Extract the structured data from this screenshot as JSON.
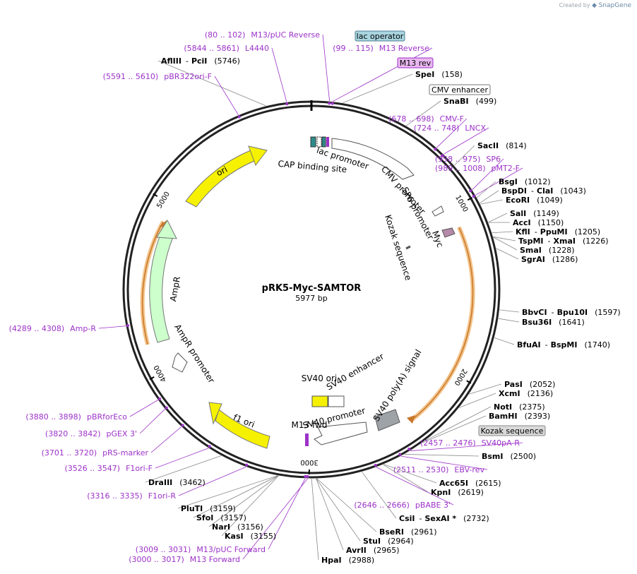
{
  "badge": {
    "prefix": "Created by",
    "brand": "SnapGene"
  },
  "plasmid": {
    "name": "pRK5-Myc-SAMTOR",
    "length": 5977,
    "length_label": "5977 bp"
  },
  "colors": {
    "enzyme": "#000000",
    "primer": "#9c32c8",
    "ori": "#f5f100",
    "ampr": "#ccffcc",
    "cap_site": "#2e8b8b",
    "lac_operator": "#a8d5e0",
    "m13_rev_box": "#e9b7f0",
    "myc": "#b48aa8",
    "sv40_polya": "#9ea3a8",
    "selection": "#f3c48a"
  },
  "scale_labels": [
    "1000",
    "2000",
    "3000",
    "4000",
    "5000"
  ],
  "boxed_labels": [
    {
      "id": "lac-operator",
      "text": "lac operator",
      "fill": "#a8d5e0",
      "stroke": "#4f7f8f",
      "color": "#000",
      "pos": 0.17
    },
    {
      "id": "m13-rev",
      "text": "M13 rev",
      "fill": "#e9b7f0",
      "stroke": "#9c32c8",
      "color": "#000",
      "pos": 0.07
    },
    {
      "id": "cmv-enhancer",
      "text": "CMV enhancer",
      "fill": "#ffffff",
      "stroke": "#777",
      "color": "#000",
      "pos": 320
    },
    {
      "id": "kozak-box",
      "text": "Kozak sequence",
      "fill": "#d9d9d9",
      "stroke": "#888",
      "color": "#000",
      "pos": 2450
    }
  ],
  "site_labels": [
    {
      "type": "primer",
      "name": "M13/pUC Reverse",
      "range": "(80 .. 102)",
      "pos": 91
    },
    {
      "type": "primer",
      "name": "L4440",
      "range": "(5844 .. 5861)",
      "pos": 5852
    },
    {
      "type": "enzyme",
      "name": "AflIII",
      "suffix": "PciI",
      "loc": "(5746)",
      "pos": 5746
    },
    {
      "type": "primer",
      "name": "pBR322ori-F",
      "range": "(5591 .. 5610)",
      "pos": 5600
    },
    {
      "type": "primer",
      "name": "M13 Reverse",
      "range": "(99 .. 115)",
      "pos": 107
    },
    {
      "type": "enzyme",
      "name": "SpeI",
      "loc": "(158)",
      "pos": 158
    },
    {
      "type": "enzyme",
      "name": "SnaBI",
      "loc": "(499)",
      "pos": 499
    },
    {
      "type": "primer",
      "name": "CMV-F",
      "range": "(678 .. 698)",
      "pos": 688
    },
    {
      "type": "primer",
      "name": "LNCX",
      "range": "(724 .. 748)",
      "pos": 736
    },
    {
      "type": "enzyme",
      "name": "SacII",
      "loc": "(814)",
      "pos": 814
    },
    {
      "type": "primer",
      "name": "SP6",
      "range": "(958 .. 975)",
      "pos": 966
    },
    {
      "type": "primer",
      "name": "pMT2-F",
      "range": "(989 .. 1008)",
      "pos": 998
    },
    {
      "type": "enzyme",
      "name": "BsgI",
      "loc": "(1012)",
      "pos": 1012
    },
    {
      "type": "enzyme",
      "name": "BspDI",
      "suffix": "ClaI",
      "loc": "(1043)",
      "pos": 1043
    },
    {
      "type": "enzyme",
      "name": "EcoRI",
      "loc": "(1049)",
      "pos": 1049
    },
    {
      "type": "enzyme",
      "name": "SalI",
      "loc": "(1149)",
      "pos": 1149
    },
    {
      "type": "enzyme",
      "name": "AccI",
      "loc": "(1150)",
      "pos": 1150
    },
    {
      "type": "enzyme",
      "name": "KflI",
      "suffix": "PpuMI",
      "loc": "(1205)",
      "pos": 1205
    },
    {
      "type": "enzyme",
      "name": "TspMI",
      "suffix": "XmaI",
      "loc": "(1226)",
      "pos": 1226
    },
    {
      "type": "enzyme",
      "name": "SmaI",
      "loc": "(1228)",
      "pos": 1228
    },
    {
      "type": "enzyme",
      "name": "SgrAI",
      "loc": "(1286)",
      "pos": 1286
    },
    {
      "type": "enzyme",
      "name": "BbvCI",
      "suffix": "Bpu10I",
      "loc": "(1597)",
      "pos": 1597
    },
    {
      "type": "enzyme",
      "name": "Bsu36I",
      "loc": "(1641)",
      "pos": 1641
    },
    {
      "type": "enzyme",
      "name": "BfuAI",
      "suffix": "BspMI",
      "loc": "(1740)",
      "pos": 1740
    },
    {
      "type": "enzyme",
      "name": "PasI",
      "loc": "(2052)",
      "pos": 2052
    },
    {
      "type": "enzyme",
      "name": "XcmI",
      "loc": "(2136)",
      "pos": 2136
    },
    {
      "type": "enzyme",
      "name": "NotI",
      "loc": "(2375)",
      "pos": 2375
    },
    {
      "type": "enzyme",
      "name": "BamHI",
      "loc": "(2393)",
      "pos": 2393
    },
    {
      "type": "primer",
      "name": "SV40pA-R",
      "range": "(2457 .. 2476)",
      "pos": 2466
    },
    {
      "type": "enzyme",
      "name": "BsmI",
      "loc": "(2500)",
      "pos": 2500
    },
    {
      "type": "primer",
      "name": "EBV-rev",
      "range": "(2511 .. 2530)",
      "pos": 2520
    },
    {
      "type": "enzyme",
      "name": "Acc65I",
      "loc": "(2615)",
      "pos": 2615
    },
    {
      "type": "enzyme",
      "name": "KpnI",
      "loc": "(2619)",
      "pos": 2619
    },
    {
      "type": "primer",
      "name": "pBABE 3'",
      "range": "(2646 .. 2666)",
      "pos": 2656
    },
    {
      "type": "enzyme",
      "name": "CsiI",
      "suffix": "SexAI *",
      "loc": "(2732)",
      "pos": 2732
    },
    {
      "type": "enzyme",
      "name": "BseRI",
      "loc": "(2961)",
      "pos": 2961
    },
    {
      "type": "enzyme",
      "name": "StuI",
      "loc": "(2964)",
      "pos": 2964
    },
    {
      "type": "enzyme",
      "name": "AvrII",
      "loc": "(2965)",
      "pos": 2965
    },
    {
      "type": "enzyme",
      "name": "HpaI",
      "loc": "(2988)",
      "pos": 2988
    },
    {
      "type": "primer",
      "name": "M13 Forward",
      "range": "(3000 .. 3017)",
      "pos": 3008
    },
    {
      "type": "primer",
      "name": "M13/pUC Forward",
      "range": "(3009 .. 3031)",
      "pos": 3020
    },
    {
      "type": "enzyme",
      "name": "KasI",
      "loc": "(3155)",
      "pos": 3155
    },
    {
      "type": "enzyme",
      "name": "NarI",
      "loc": "(3156)",
      "pos": 3156
    },
    {
      "type": "enzyme",
      "name": "SfoI",
      "loc": "(3157)",
      "pos": 3157
    },
    {
      "type": "enzyme",
      "name": "PluTI",
      "loc": "(3159)",
      "pos": 3159
    },
    {
      "type": "primer",
      "name": "F1ori-R",
      "range": "(3316 .. 3335)",
      "pos": 3325
    },
    {
      "type": "enzyme",
      "name": "DraIII",
      "loc": "(3462)",
      "pos": 3462
    },
    {
      "type": "primer",
      "name": "F1ori-F",
      "range": "(3526 .. 3547)",
      "pos": 3536
    },
    {
      "type": "primer",
      "name": "pRS-marker",
      "range": "(3701 .. 3720)",
      "pos": 3710
    },
    {
      "type": "primer",
      "name": "pGEX 3'",
      "range": "(3820 .. 3842)",
      "pos": 3831
    },
    {
      "type": "primer",
      "name": "pBRforEco",
      "range": "(3880 .. 3898)",
      "pos": 3889
    },
    {
      "type": "primer",
      "name": "Amp-R",
      "range": "(4289 .. 4308)",
      "pos": 4298
    }
  ],
  "features": [
    {
      "name": "ori",
      "kind": "arrow"
    },
    {
      "name": "AmpR",
      "kind": "arrow"
    },
    {
      "name": "AmpR promoter",
      "kind": "arrow"
    },
    {
      "name": "f1 ori",
      "kind": "arrow"
    },
    {
      "name": "SV40 ori",
      "kind": "box"
    },
    {
      "name": "SV40 enhancer",
      "kind": "label"
    },
    {
      "name": "SV40 promoter",
      "kind": "arrow"
    },
    {
      "name": "M13 fwd",
      "kind": "label"
    },
    {
      "name": "SV40 poly(A) signal",
      "kind": "box"
    },
    {
      "name": "lac promoter",
      "kind": "label"
    },
    {
      "name": "CAP binding site",
      "kind": "label"
    },
    {
      "name": "CMV promoter",
      "kind": "arrow"
    },
    {
      "name": "SP6 promoter",
      "kind": "arrow"
    },
    {
      "name": "Myc",
      "kind": "arrow"
    },
    {
      "name": "Kozak sequence",
      "kind": "label"
    }
  ]
}
